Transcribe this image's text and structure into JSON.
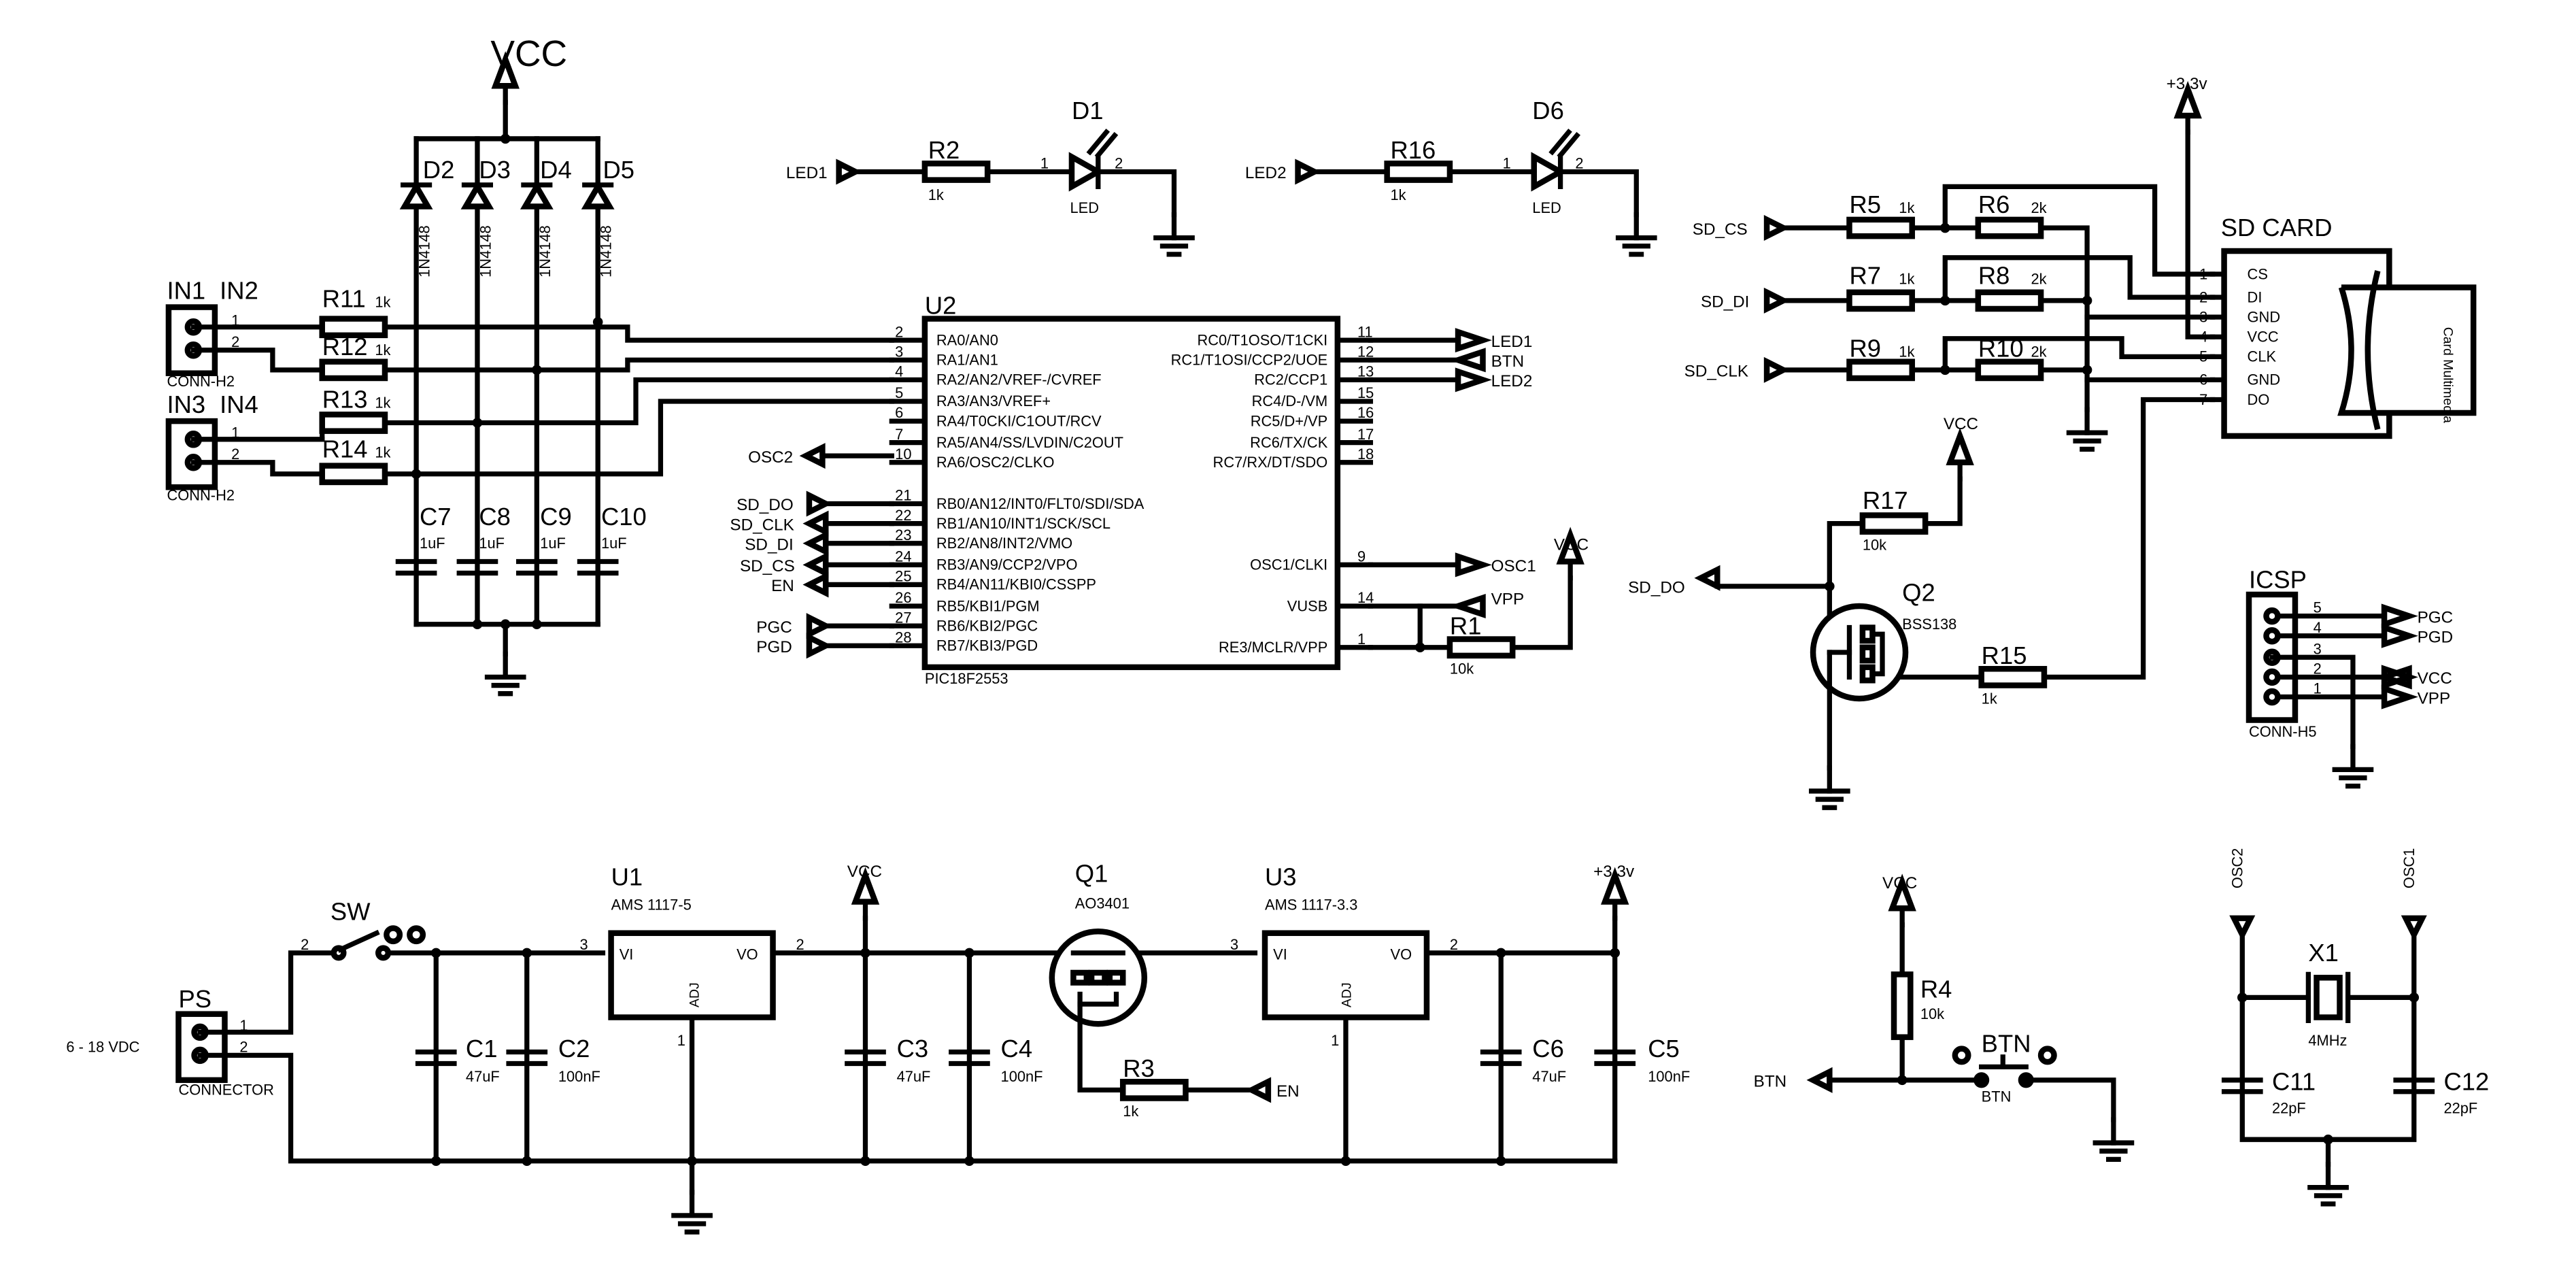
{
  "page": {
    "title": ""
  },
  "power_labels": {
    "vcc": "VCC",
    "v33": "+3.3v"
  },
  "connectors": {
    "in1": {
      "ref": "IN1",
      "value": "CONN-H2"
    },
    "in2": {
      "ref": "IN2"
    },
    "in3": {
      "ref": "IN3",
      "value": "CONN-H2"
    },
    "in4": {
      "ref": "IN4"
    },
    "ps": {
      "ref": "PS",
      "value": "CONNECTOR",
      "input_label": "6 - 18 VDC"
    },
    "icsp": {
      "ref": "ICSP",
      "value": "CONN-H5",
      "pins": [
        "5",
        "4",
        "3",
        "2",
        "1"
      ],
      "nets": [
        "PGC",
        "PGD",
        "VCC",
        "VPP"
      ]
    },
    "sd": {
      "ref": "SD CARD",
      "pins": [
        "1",
        "2",
        "3",
        "4",
        "5",
        "6",
        "7"
      ],
      "pin_names": [
        "CS",
        "DI",
        "GND",
        "VCC",
        "CLK",
        "GND",
        "DO"
      ],
      "card_text": "Card Multimedia"
    }
  },
  "diodes": [
    {
      "ref": "D2",
      "value": "1N4148"
    },
    {
      "ref": "D3",
      "value": "1N4148"
    },
    {
      "ref": "D4",
      "value": "1N4148"
    },
    {
      "ref": "D5",
      "value": "1N4148"
    }
  ],
  "leds": [
    {
      "ref": "D1",
      "value": "LED",
      "pin1": "1",
      "pin2": "2",
      "net": "LED1"
    },
    {
      "ref": "D6",
      "value": "LED",
      "pin1": "1",
      "pin2": "2",
      "net": "LED2"
    }
  ],
  "resistors": {
    "r2": {
      "ref": "R2",
      "value": "1k"
    },
    "r16": {
      "ref": "R16",
      "value": "1k"
    },
    "r11": {
      "ref": "R11",
      "value": "1k"
    },
    "r12": {
      "ref": "R12",
      "value": "1k"
    },
    "r13": {
      "ref": "R13",
      "value": "1k"
    },
    "r14": {
      "ref": "R14",
      "value": "1k"
    },
    "r1": {
      "ref": "R1",
      "value": "10k"
    },
    "r5": {
      "ref": "R5",
      "value": "1k"
    },
    "r6": {
      "ref": "R6",
      "value": "2k"
    },
    "r7": {
      "ref": "R7",
      "value": "1k"
    },
    "r8": {
      "ref": "R8",
      "value": "2k"
    },
    "r9": {
      "ref": "R9",
      "value": "1k"
    },
    "r10": {
      "ref": "R10",
      "value": "2k"
    },
    "r17": {
      "ref": "R17",
      "value": "10k"
    },
    "r15": {
      "ref": "R15",
      "value": "1k"
    },
    "r3": {
      "ref": "R3",
      "value": "1k"
    },
    "r4": {
      "ref": "R4",
      "value": "10k"
    }
  },
  "capacitors": {
    "c7": {
      "ref": "C7",
      "value": "1uF"
    },
    "c8": {
      "ref": "C8",
      "value": "1uF"
    },
    "c9": {
      "ref": "C9",
      "value": "1uF"
    },
    "c10": {
      "ref": "C10",
      "value": "1uF"
    },
    "c1": {
      "ref": "C1",
      "value": "47uF"
    },
    "c2": {
      "ref": "C2",
      "value": "100nF"
    },
    "c3": {
      "ref": "C3",
      "value": "47uF"
    },
    "c4": {
      "ref": "C4",
      "value": "100nF"
    },
    "c6": {
      "ref": "C6",
      "value": "47uF"
    },
    "c5": {
      "ref": "C5",
      "value": "100nF"
    },
    "c11": {
      "ref": "C11",
      "value": "22pF"
    },
    "c12": {
      "ref": "C12",
      "value": "22pF"
    }
  },
  "mcu": {
    "ref": "U2",
    "part": "PIC18F2553",
    "left_pins": [
      {
        "num": "2",
        "name": "RA0/AN0"
      },
      {
        "num": "3",
        "name": "RA1/AN1"
      },
      {
        "num": "4",
        "name": "RA2/AN2/VREF-/CVREF"
      },
      {
        "num": "5",
        "name": "RA3/AN3/VREF+"
      },
      {
        "num": "6",
        "name": "RA4/T0CKI/C1OUT/RCV"
      },
      {
        "num": "7",
        "name": "RA5/AN4/SS/LVDIN/C2OUT"
      },
      {
        "num": "10",
        "name": "RA6/OSC2/CLKO"
      },
      {
        "num": "21",
        "name": "RB0/AN12/INT0/FLT0/SDI/SDA"
      },
      {
        "num": "22",
        "name": "RB1/AN10/INT1/SCK/SCL"
      },
      {
        "num": "23",
        "name": "RB2/AN8/INT2/VMO"
      },
      {
        "num": "24",
        "name": "RB3/AN9/CCP2/VPO"
      },
      {
        "num": "25",
        "name": "RB4/AN11/KBI0/CSSPP"
      },
      {
        "num": "26",
        "name": "RB5/KBI1/PGM"
      },
      {
        "num": "27",
        "name": "RB6/KBI2/PGC"
      },
      {
        "num": "28",
        "name": "RB7/KBI3/PGD"
      }
    ],
    "right_pins": [
      {
        "num": "11",
        "name": "RC0/T1OSO/T1CKI"
      },
      {
        "num": "12",
        "name": "RC1/T1OSI/CCP2/UOE"
      },
      {
        "num": "13",
        "name": "RC2/CCP1"
      },
      {
        "num": "15",
        "name": "RC4/D-/VM"
      },
      {
        "num": "16",
        "name": "RC5/D+/VP"
      },
      {
        "num": "17",
        "name": "RC6/TX/CK"
      },
      {
        "num": "18",
        "name": "RC7/RX/DT/SDO"
      },
      {
        "num": "9",
        "name": "OSC1/CLKI"
      },
      {
        "num": "14",
        "name": "VUSB"
      },
      {
        "num": "1",
        "name": "RE3/MCLR/VPP"
      }
    ],
    "left_nets": [
      "OSC2",
      "SD_DO",
      "SD_CLK",
      "SD_DI",
      "SD_CS",
      "EN",
      "PGC",
      "PGD"
    ],
    "right_nets": [
      "LED1",
      "BTN",
      "LED2",
      "OSC1",
      "VPP"
    ]
  },
  "regulators": {
    "u1": {
      "ref": "U1",
      "part": "AMS 1117-5",
      "vi": "VI",
      "vo": "VO",
      "adj": "ADJ",
      "pin_in": "3",
      "pin_out": "2",
      "pin_adj": "1"
    },
    "u3": {
      "ref": "U3",
      "part": "AMS 1117-3.3",
      "vi": "VI",
      "vo": "VO",
      "adj": "ADJ",
      "pin_in": "3",
      "pin_out": "2",
      "pin_adj": "1"
    }
  },
  "transistors": {
    "q1": {
      "ref": "Q1",
      "part": "AO3401"
    },
    "q2": {
      "ref": "Q2",
      "part": "BSS138"
    }
  },
  "switches": {
    "sw": {
      "ref": "SW",
      "pin": "2"
    },
    "btn": {
      "ref": "BTN",
      "value": "BTN"
    }
  },
  "crystal": {
    "ref": "X1",
    "value": "4MHz"
  },
  "nets": {
    "led1": "LED1",
    "led2": "LED2",
    "btn": "BTN",
    "en": "EN",
    "sd_cs": "SD_CS",
    "sd_di": "SD_DI",
    "sd_clk": "SD_CLK",
    "sd_do": "SD_DO",
    "osc1": "OSC1",
    "osc2": "OSC2",
    "vpp": "VPP"
  }
}
